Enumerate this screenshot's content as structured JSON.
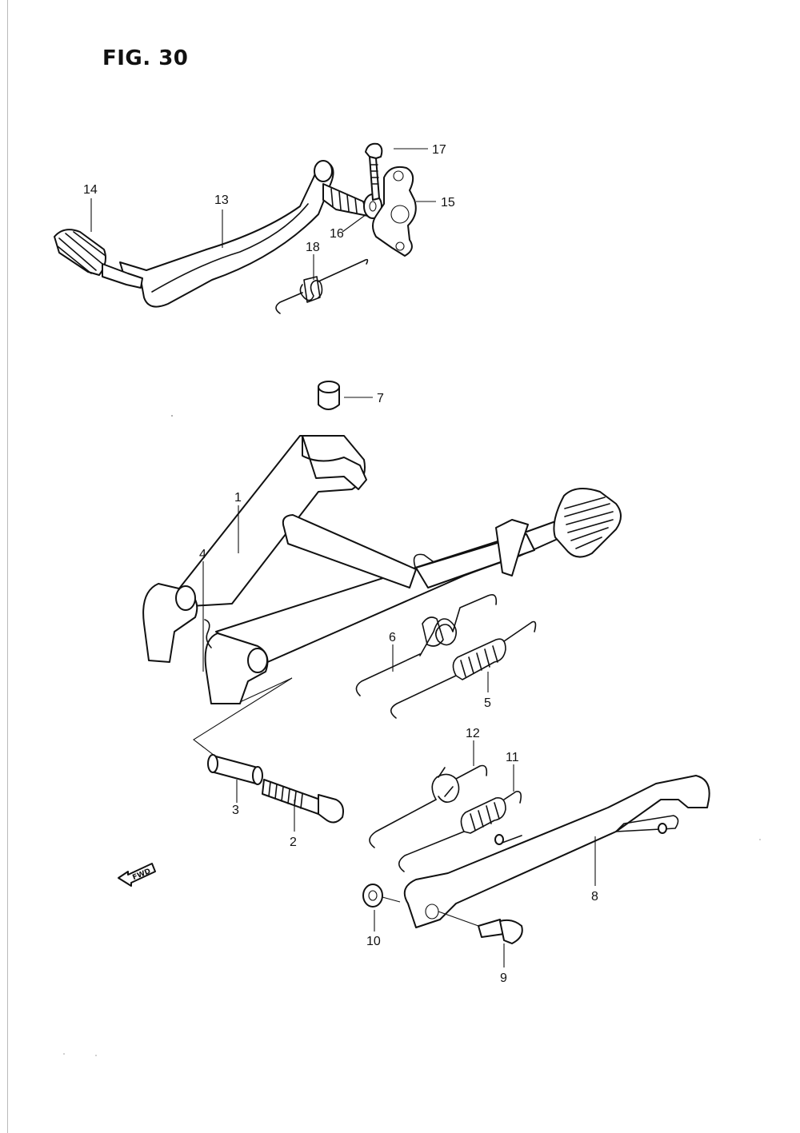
{
  "figure": {
    "title": "FIG. 30",
    "fwd_label": "FWD"
  },
  "callouts": {
    "p1": "1",
    "p2": "2",
    "p3": "3",
    "p4": "4",
    "p5": "5",
    "p6": "6",
    "p7": "7",
    "p8": "8",
    "p9": "9",
    "p10": "10",
    "p11": "11",
    "p12": "12",
    "p13": "13",
    "p14": "14",
    "p15": "15",
    "p16": "16",
    "p17": "17",
    "p18": "18"
  }
}
